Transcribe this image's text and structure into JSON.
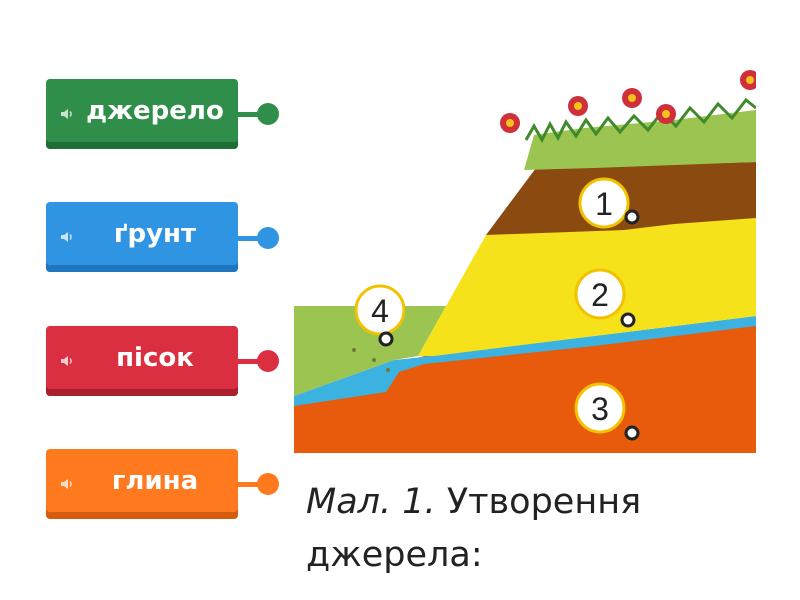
{
  "tiles": [
    {
      "label": "джерело",
      "color": "#2f8f4a"
    },
    {
      "label": "ґрунт",
      "color": "#2f95e3"
    },
    {
      "label": "пісок",
      "color": "#d92f40"
    },
    {
      "label": "глина",
      "color": "#ff7a1f"
    }
  ],
  "markers": [
    "1",
    "2",
    "3",
    "4"
  ],
  "caption": {
    "fig": "Мал. 1.",
    "text": "Утворення джерела:"
  },
  "icons": {
    "tile": "speaker-icon"
  },
  "colors": {
    "soil": "#8a4a10",
    "sand": "#f5e21a",
    "clay": "#e85a0c",
    "water": "#3cb2e0",
    "grass": "#9bc450"
  }
}
